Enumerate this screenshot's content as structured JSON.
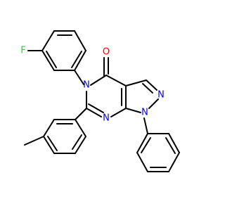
{
  "molecule": {
    "atoms": [
      {
        "id": "F",
        "label": "F",
        "color": "#33cc33"
      },
      {
        "id": "O",
        "label": "O",
        "color": "#ff0000"
      },
      {
        "id": "N5",
        "label": "N",
        "color": "#0000ff"
      },
      {
        "id": "N2",
        "label": "N",
        "color": "#0000ff"
      },
      {
        "id": "N1",
        "label": "N",
        "color": "#0000ff"
      },
      {
        "id": "N7",
        "label": "N",
        "color": "#0000ff"
      }
    ],
    "bond_color": "#000000"
  }
}
